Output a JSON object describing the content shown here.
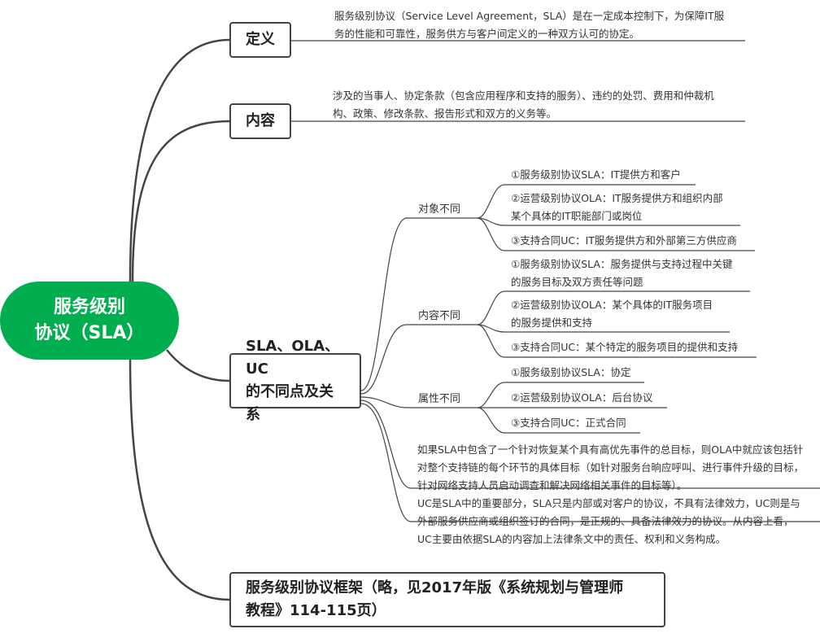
{
  "root": {
    "line1": "服务级别",
    "line2": "协议（SLA）",
    "color": "#00ad4f"
  },
  "branches": [
    {
      "label": "定义",
      "text": [
        "服务级别协议（Service Level Agreement，SLA）是在一定成本控制下，为保障IT服",
        "务的性能和可靠性，服务供方与客户间定义的一种双方认可的协定。"
      ]
    },
    {
      "label": "内容",
      "text": [
        "涉及的当事人、协定条款（包含应用程序和支持的服务）、违约的处罚、费用和仲裁机",
        "构、政策、修改条款、报告形式和双方的义务等。"
      ]
    },
    {
      "label_line1": "SLA、OLA、UC",
      "label_line2": "的不同点及关系",
      "groups": [
        {
          "label": "对象不同",
          "items": [
            [
              "①服务级别协议SLA：IT提供方和客户"
            ],
            [
              "②运营级别协议OLA：IT服务提供方和组织内部",
              "某个具体的IT职能部门或岗位"
            ],
            [
              "③支持合同UC：IT服务提供方和外部第三方供应商"
            ]
          ]
        },
        {
          "label": "内容不同",
          "items": [
            [
              "①服务级别协议SLA：服务提供与支持过程中关键",
              "的服务目标及双方责任等问题"
            ],
            [
              "②运营级别协议OLA：某个具体的IT服务项目",
              "的服务提供和支持"
            ],
            [
              "③支持合同UC：某个特定的服务项目的提供和支持"
            ]
          ]
        },
        {
          "label": "属性不同",
          "items": [
            [
              "①服务级别协议SLA：协定"
            ],
            [
              "②运营级别协议OLA：后台协议"
            ],
            [
              "③支持合同UC：正式合同"
            ]
          ]
        }
      ],
      "notes": [
        [
          "如果SLA中包含了一个针对恢复某个具有高优先事件的总目标，则OLA中就应该包括针",
          "对整个支持链的每个环节的具体目标（如针对服务台晌应呼叫、进行事件升级的目标，",
          "针对网络支持人员启动调查和解决网络相关事件的目标等）。"
        ],
        [
          "UC是SLA中的重要部分，SLA只是内部或对客户的协议，不具有法律效力，UC则是与",
          "外部服务供应商或组织签订的合同，是正规的、具备法律效力的协议。从内容上看，",
          "UC主要由依据SLA的内容加上法律条文中的责任、权利和义务构成。"
        ]
      ]
    },
    {
      "label_line1": "服务级别协议框架（略，见2017年版《系统规划与管理师",
      "label_line2": "教程》114-115页）"
    }
  ]
}
